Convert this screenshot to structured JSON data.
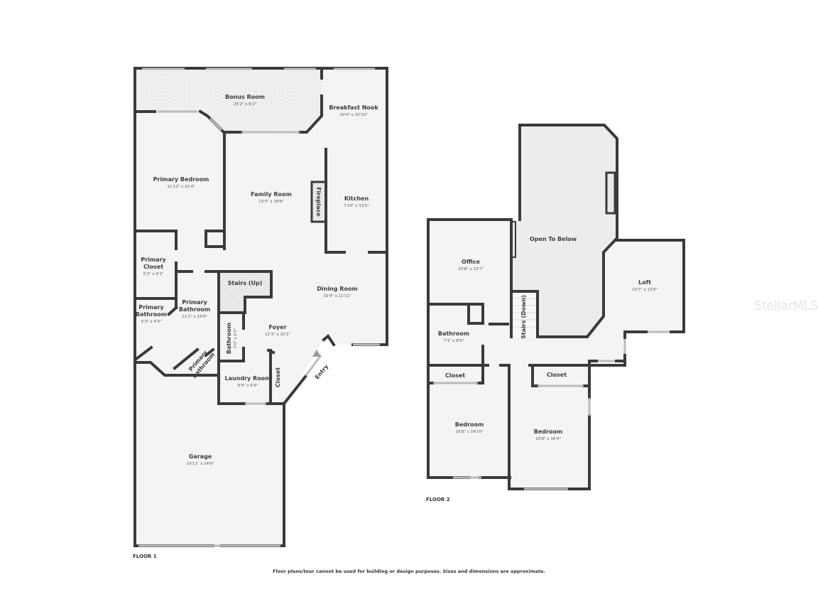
{
  "floor1": {
    "label": "FLOOR 1",
    "rooms": {
      "bonus_room": {
        "name": "Bonus Room",
        "dim": "25'2\" x 8'2\""
      },
      "breakfast_nook": {
        "name": "Breakfast Nook",
        "dim": "10'4\" x 10'10\""
      },
      "primary_bedroom": {
        "name": "Primary Bedroom",
        "dim": "11'11\" x 21'4\""
      },
      "family_room": {
        "name": "Family Room",
        "dim": "13'5\" x 18'6\""
      },
      "fireplace": {
        "name": "Fireplace"
      },
      "kitchen": {
        "name": "Kitchen",
        "dim": "7'10\" x 13'5\""
      },
      "primary_closet": {
        "name_line1": "Primary",
        "name_line2": "Closet",
        "dim": "5'3\" x 9'1\""
      },
      "stairs_up": {
        "name": "Stairs (Up)"
      },
      "dining_room": {
        "name": "Dining Room",
        "dim": "15'4\" x 11'11\""
      },
      "primary_bathroom_small": {
        "name_line1": "Primary",
        "name_line2": "Bathroom",
        "dim": "5'3\" x 4'9\""
      },
      "primary_bathroom_large": {
        "name_line1": "Primary",
        "name_line2": "Bathroom",
        "dim": "11'1\" x 13'9\""
      },
      "primary_bathroom_diag": {
        "name_line1": "Primary",
        "name_line2": "Bathroom"
      },
      "bathroom": {
        "name": "Bathroom",
        "dim": "3'0\" x 6'5\""
      },
      "foyer": {
        "name": "Foyer",
        "dim": "11'3\" x 10'2\""
      },
      "laundry_room": {
        "name": "Laundry Room",
        "dim": "6'9\" x 6'9\""
      },
      "closet": {
        "name": "Closet"
      },
      "entry": {
        "name": "Entry"
      },
      "garage": {
        "name": "Garage",
        "dim": "19'11\" x 24'6\""
      }
    }
  },
  "floor2": {
    "label": "FLOOR 2",
    "rooms": {
      "open_to_below": {
        "name": "Open To Below"
      },
      "office": {
        "name": "Office",
        "dim": "10'8\" x 13'7\""
      },
      "loft": {
        "name": "Loft",
        "dim": "10'7\" x 12'0\""
      },
      "stairs_down": {
        "name": "Stairs (Down)"
      },
      "bathroom": {
        "name": "Bathroom",
        "dim": "7'1\" x 8'0\""
      },
      "closet_left": {
        "name": "Closet"
      },
      "closet_right": {
        "name": "Closet"
      },
      "bedroom_left": {
        "name": "Bedroom",
        "dim": "10'8\" x 14'10\""
      },
      "bedroom_right": {
        "name": "Bedroom",
        "dim": "10'6\" x 16'4\""
      }
    }
  },
  "disclaimer": "Floor plans/tour cannot be used for building or design purposes. Sizes and dimensions are approximate.",
  "watermark": "StellarMLS",
  "colors": {
    "wall": "#3a3a3a",
    "floor": "#f4f4f4",
    "open_area": "#e9e9e9",
    "window": "#bbbbbb"
  }
}
